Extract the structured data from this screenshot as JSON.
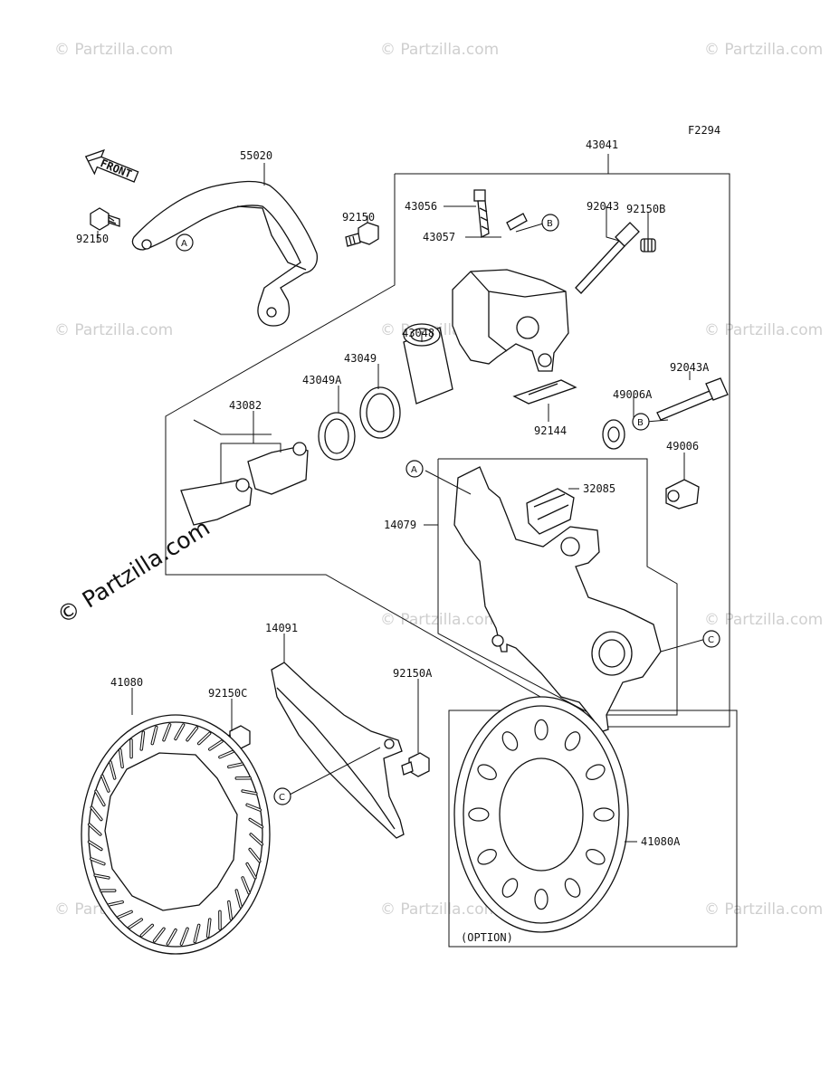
{
  "diagram_code": "F2294",
  "front_label": "FRONT",
  "option_label": "(OPTION)",
  "watermark_text": "© Partzilla.com",
  "watermark_main": "© Partzilla.com",
  "ref_markers": {
    "a": "A",
    "b": "B",
    "c": "C"
  },
  "parts": {
    "p55020": "55020",
    "p43041": "43041",
    "p92150_left": "92150",
    "p92150_right": "92150",
    "p43056": "43056",
    "p43057": "43057",
    "p92043": "92043",
    "p92150B": "92150B",
    "p43048": "43048",
    "p43049": "43049",
    "p43049A": "43049A",
    "p43082": "43082",
    "p92043A": "92043A",
    "p49006A": "49006A",
    "p92144": "92144",
    "p49006": "49006",
    "p32085": "32085",
    "p14079": "14079",
    "p14091": "14091",
    "p41080": "41080",
    "p92150C": "92150C",
    "p92150A": "92150A",
    "p41080A": "41080A"
  }
}
